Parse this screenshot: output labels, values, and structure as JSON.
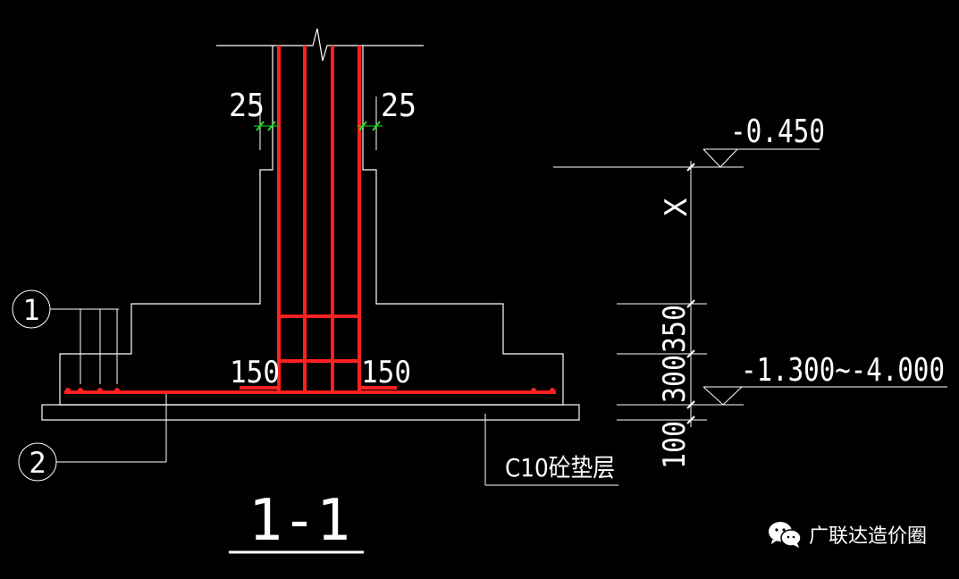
{
  "labels": {
    "dim_left_cover": "25",
    "dim_right_cover": "25",
    "dim_left_150": "150",
    "dim_right_150": "150",
    "elev_top": "-0.450",
    "elev_bottom": "-1.300~-4.000",
    "dim_x": "X",
    "dim_350": "350",
    "dim_300": "300",
    "dim_100": "100",
    "callout_1": "1",
    "callout_2": "2",
    "pad_layer": "C10砼垫层",
    "section_title": "1-1"
  },
  "watermark": {
    "text": "广联达造价圈",
    "icon": "wechat-icon"
  },
  "colors": {
    "background": "#000000",
    "line": "#ffffff",
    "rebar": "#ff2020",
    "dim_tick": "#22dd22"
  }
}
